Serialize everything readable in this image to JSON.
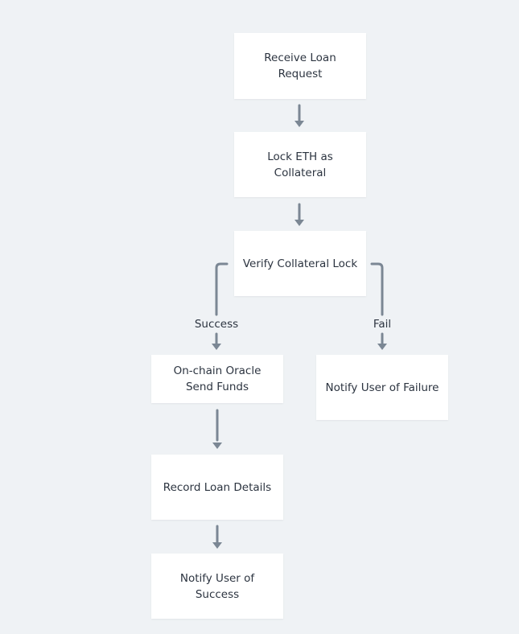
{
  "nodes": {
    "receive": "Receive Loan\nRequest",
    "lock": "Lock ETH as\nCollateral",
    "verify": "Verify Collateral Lock",
    "oracle": "On-chain Oracle\nSend Funds",
    "failure": "Notify User of Failure",
    "record": "Record Loan Details",
    "success": "Notify User of\nSuccess"
  },
  "edges": {
    "success_label": "Success",
    "fail_label": "Fail"
  },
  "colors": {
    "background": "#eff2f5",
    "node_fill": "#ffffff",
    "edge": "#7b8794",
    "text": "#2c3440"
  }
}
